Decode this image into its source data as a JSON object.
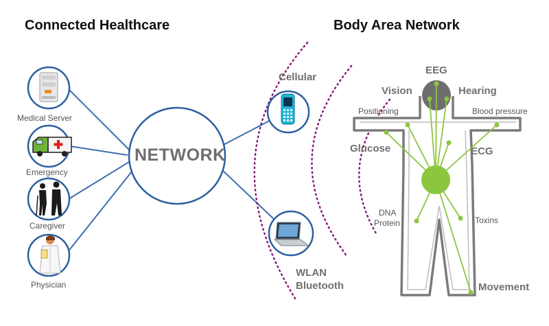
{
  "titles": {
    "left": "Connected Healthcare",
    "right": "Body Area Network"
  },
  "network_label": "NETWORK",
  "nodes": [
    {
      "label": "Medical Server",
      "icon": "server-icon"
    },
    {
      "label": "Emergency",
      "icon": "ambulance-icon"
    },
    {
      "label": "Caregiver",
      "icon": "caregiver-icon"
    },
    {
      "label": "Physician",
      "icon": "physician-icon"
    }
  ],
  "wireless": {
    "cellular": "Cellular",
    "wlan": "WLAN",
    "bluetooth": "Bluetooth"
  },
  "body_sensors": {
    "eeg": "EEG",
    "vision": "Vision",
    "hearing": "Hearing",
    "positioning": "Positioning",
    "blood_pressure": "Blood pressure",
    "glucose": "Glucose",
    "ecg": "ECG",
    "dna": "DNA",
    "protein": "Protein",
    "toxins": "Toxins",
    "movement": "Movement"
  },
  "colors": {
    "circle_stroke": "#2c5f9e",
    "link": "#3d6fae",
    "arc": "#8b1a7a",
    "body_outline": "#7a7a7a",
    "sensor": "#8cc63f",
    "label_gray": "#707070"
  }
}
